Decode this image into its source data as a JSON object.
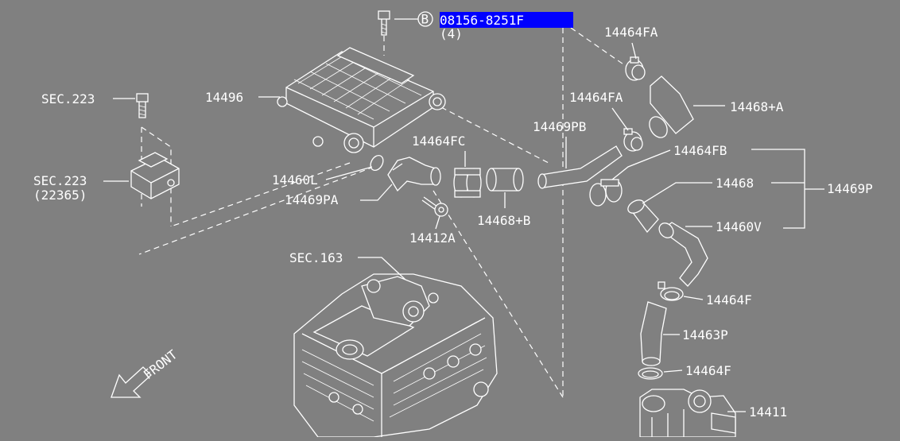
{
  "colors": {
    "background": "#808080",
    "line": "#ffffff",
    "highlight": "#0000ff"
  },
  "callouts": {
    "bolt_marker": "B",
    "highlight_part": "08156-8251F",
    "highlight_qty": "(4)",
    "p14464FA_top": "14464FA",
    "p14464FA_mid": "14464FA",
    "p14468A": "14468+A",
    "p14469PB": "14469PB",
    "p14464FB": "14464FB",
    "p14468": "14468",
    "p14469P": "14469P",
    "p14460V": "14460V",
    "p14464FC": "14464FC",
    "p14496": "14496",
    "sec223_top": "SEC.223",
    "sec223_sensor": "SEC.223",
    "sec223_sub": "(22365)",
    "p14460L": "14460L",
    "p14469PA": "14469PA",
    "p14468B": "14468+B",
    "p14412A": "14412A",
    "sec163": "SEC.163",
    "p14464F_a": "14464F",
    "p14463P": "14463P",
    "p14464F_b": "14464F",
    "p14411": "14411",
    "front": "FRONT"
  }
}
